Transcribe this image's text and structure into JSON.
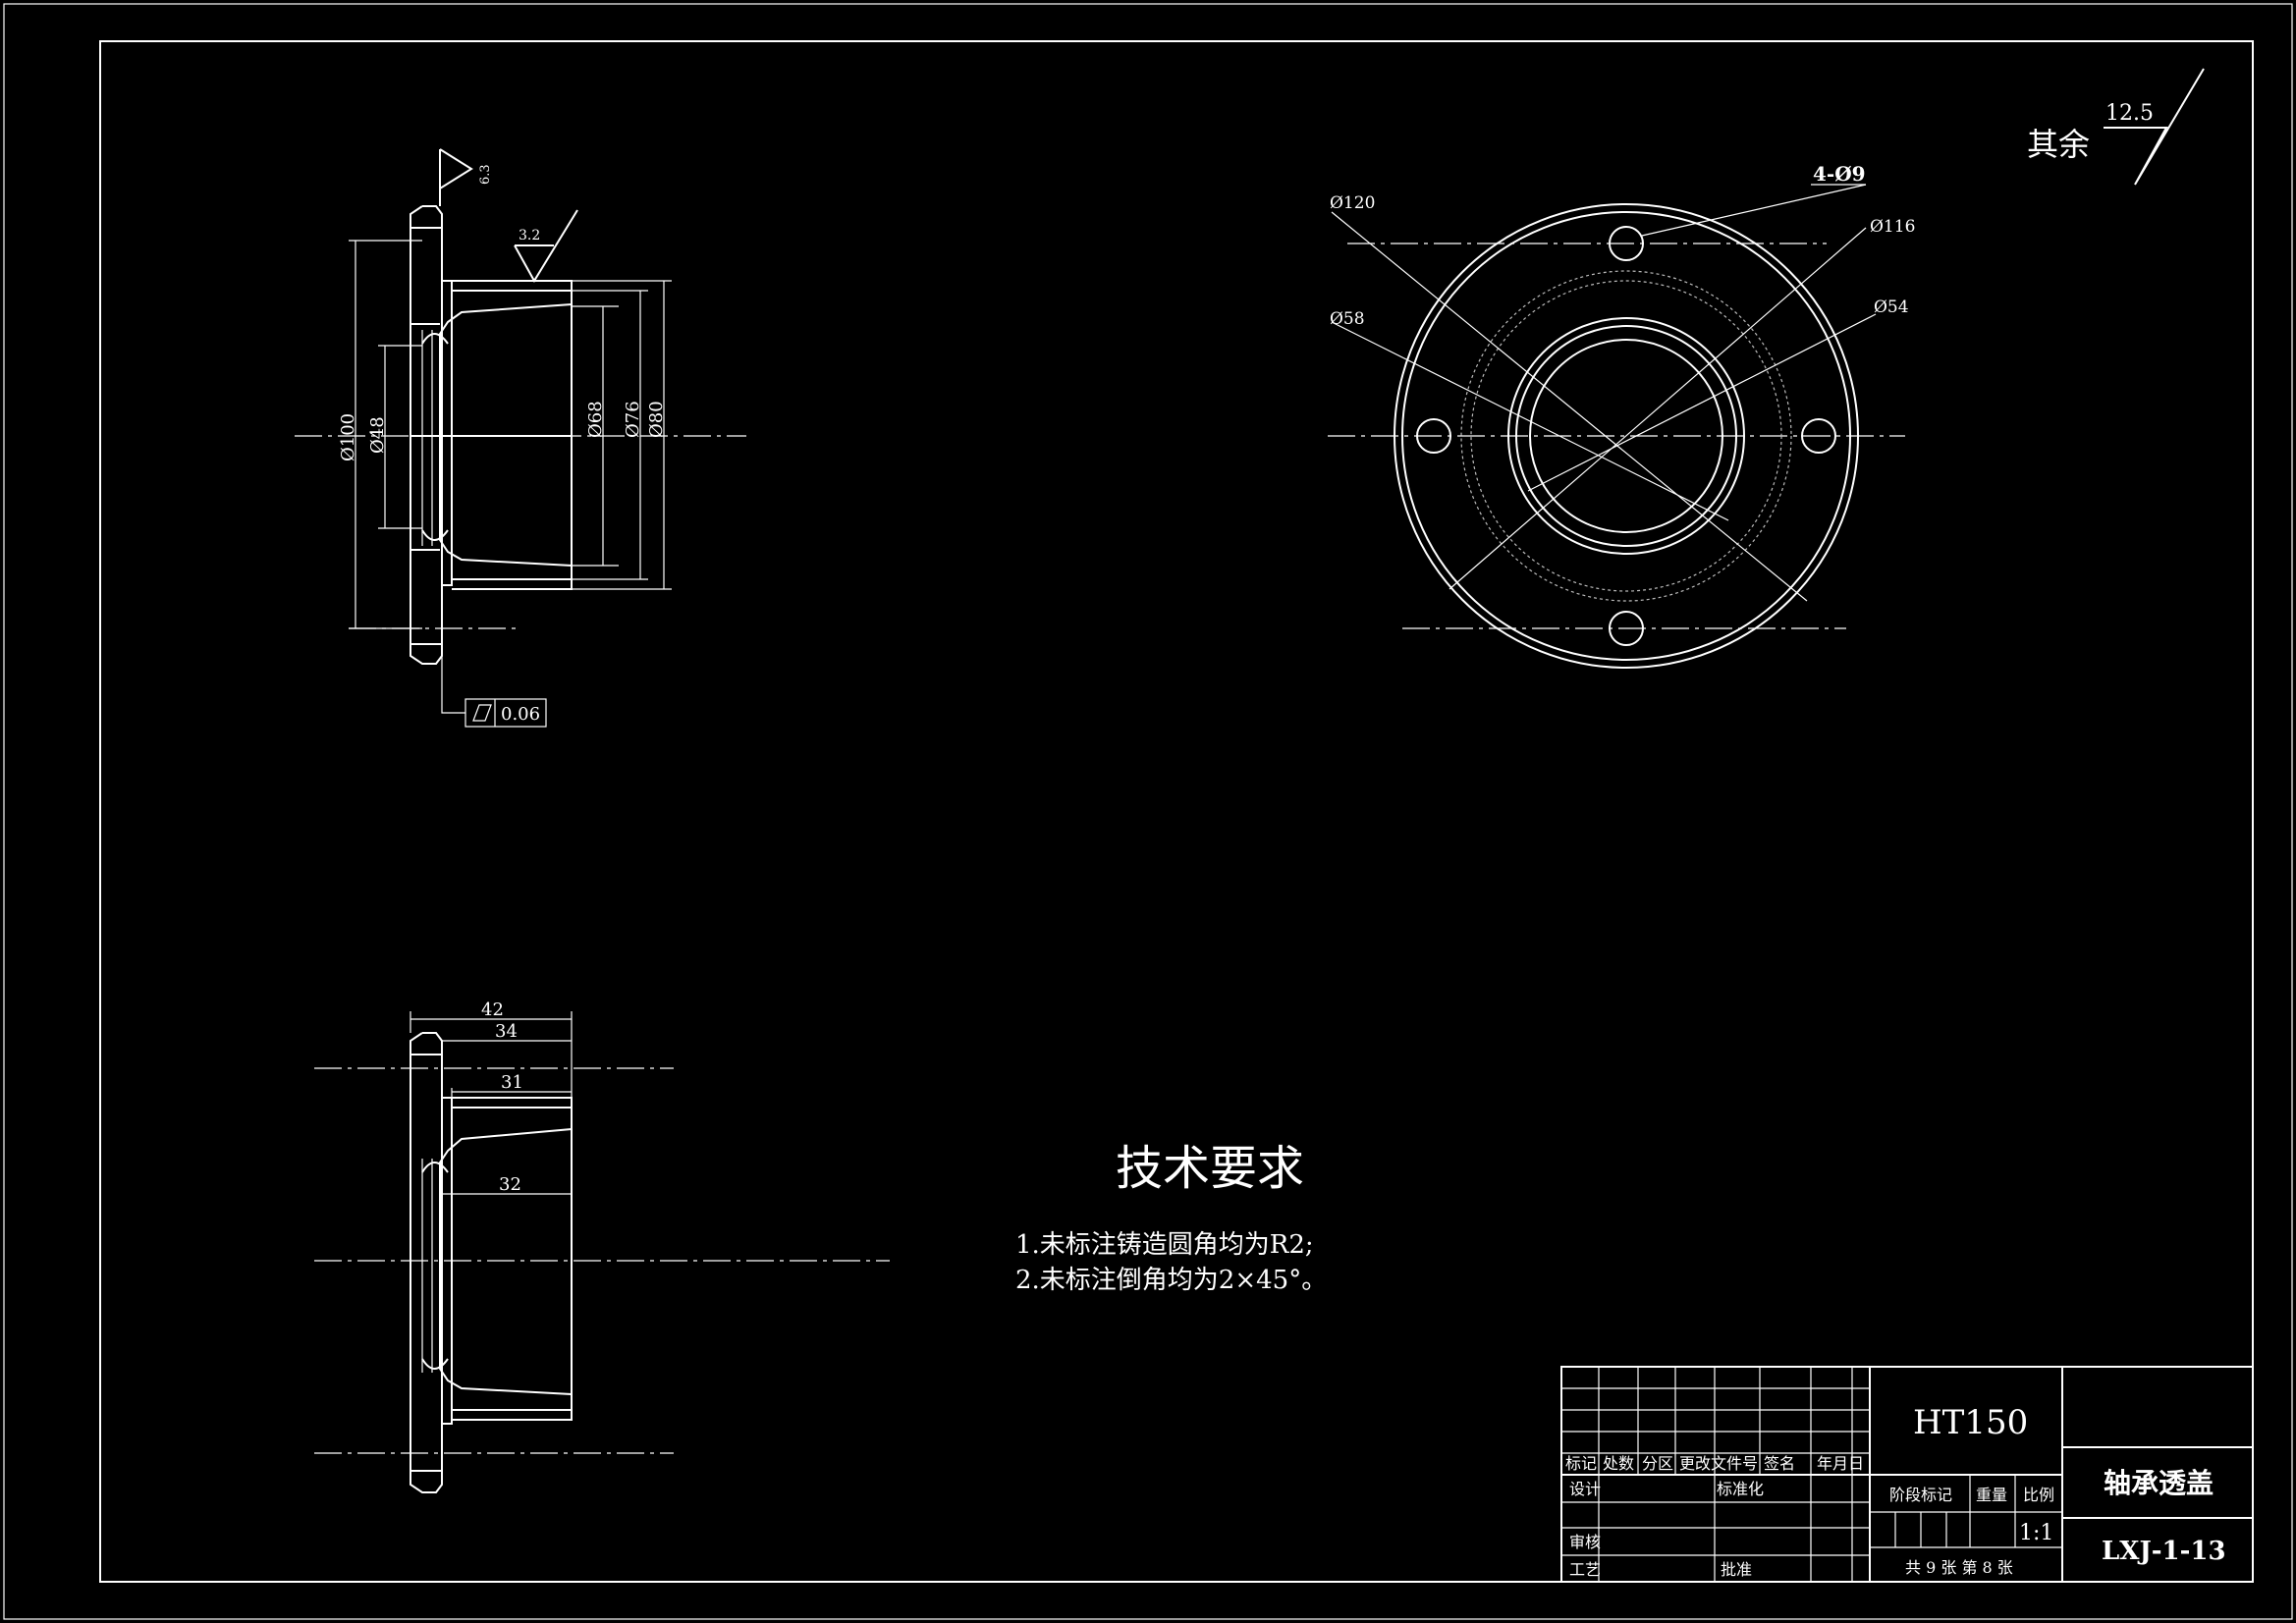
{
  "sheet": {
    "surface_finish_rest_label": "其余",
    "surface_finish_rest_value": "12.5"
  },
  "side_view": {
    "roughness_face": "6.3",
    "roughness_bore": "3.2",
    "dim_d100": "Ø100",
    "dim_d48": "Ø48",
    "dim_d68": "Ø68",
    "dim_d76": "Ø76",
    "dim_d80": "Ø80",
    "flatness_tolerance": "0.06"
  },
  "front_view": {
    "holes": "4-Ø9",
    "dim_d120": "Ø120",
    "dim_d116": "Ø116",
    "dim_d58": "Ø58",
    "dim_d54": "Ø54"
  },
  "section_view": {
    "len_42": "42",
    "len_34": "34",
    "len_31": "31",
    "len_32": "32"
  },
  "requirements": {
    "title": "技术要求",
    "item1": "1.未标注铸造圆角均为R2;",
    "item2": "2.未标注倒角均为2×45°。"
  },
  "title_block": {
    "material": "HT150",
    "part_name": "轴承透盖",
    "drawing_no": "LXJ-1-13",
    "scale": "1:1",
    "sheets": "共 9 张  第 8 张",
    "h_mark": "标记",
    "h_count": "处数",
    "h_zone": "分区",
    "h_change_doc": "更改文件号",
    "h_sign": "签名",
    "h_date": "年月日",
    "r_design": "设计",
    "r_standard": "标准化",
    "r_review": "审核",
    "r_process": "工艺",
    "r_approve": "批准",
    "h_stage": "阶段标记",
    "h_weight": "重量",
    "h_scale": "比例"
  }
}
